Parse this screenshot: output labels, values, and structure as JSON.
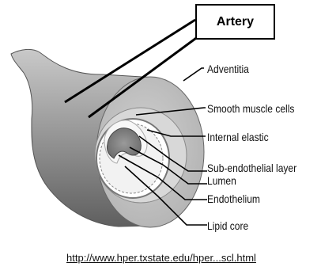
{
  "title": "Artery",
  "labels": {
    "adventitia": "Adventitia",
    "smooth_muscle": "Smooth muscle cells",
    "internal_elastic": "Internal elastic",
    "sub_endothelial": "Sub-endothelial layer",
    "lumen": "Lumen",
    "endothelium": "Endothelium",
    "lipid_core": "Lipid core"
  },
  "source": "http://www.hper.txstate.edu/hper...scl.html"
}
